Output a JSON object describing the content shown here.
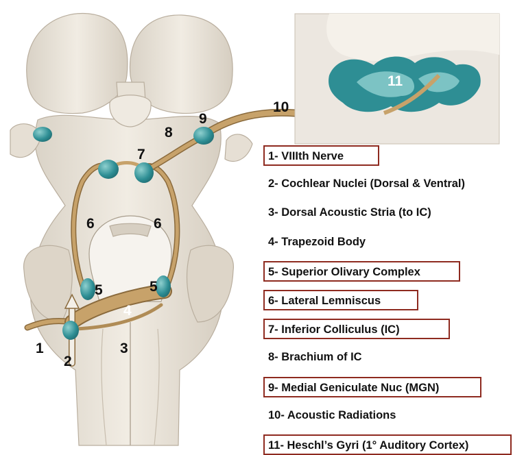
{
  "diagram": {
    "labels": {
      "n1": "1",
      "n2": "2",
      "n3": "3",
      "n4": "4",
      "n5a": "5",
      "n5b": "5",
      "n6a": "6",
      "n6b": "6",
      "n7": "7",
      "n8": "8",
      "n9": "9",
      "n10": "10",
      "n11": "11"
    },
    "colors": {
      "background": "#ffffff",
      "brainstem": "#ece6dc",
      "brainstem_shadow": "#c9c0b2",
      "nucleus": "#2e8e94",
      "nucleus_highlight": "#7cc3c4",
      "pathway": "#c7a26a",
      "pathway_dark": "#8a6a3c",
      "inset_bg": "#ece7e0",
      "box_border": "#8e2a1f"
    }
  },
  "legend": {
    "items": [
      {
        "text": "1- VIIIth Nerve",
        "boxed": true
      },
      {
        "text": "2- Cochlear Nuclei (Dorsal & Ventral)",
        "boxed": false
      },
      {
        "text": "3- Dorsal Acoustic Stria (to IC)",
        "boxed": false
      },
      {
        "text": "4- Trapezoid Body",
        "boxed": false
      },
      {
        "text": "5- Superior Olivary Complex",
        "boxed": true
      },
      {
        "text": "6- Lateral Lemniscus",
        "boxed": true
      },
      {
        "text": "7- Inferior Colliculus (IC)",
        "boxed": true
      },
      {
        "text": "8- Brachium of IC",
        "boxed": false
      },
      {
        "text": "9- Medial Geniculate Nuc (MGN)",
        "boxed": true
      },
      {
        "text": "10- Acoustic Radiations",
        "boxed": false
      },
      {
        "text": "11- Heschl’s Gyri (1° Auditory Cortex)",
        "boxed": true
      }
    ]
  }
}
